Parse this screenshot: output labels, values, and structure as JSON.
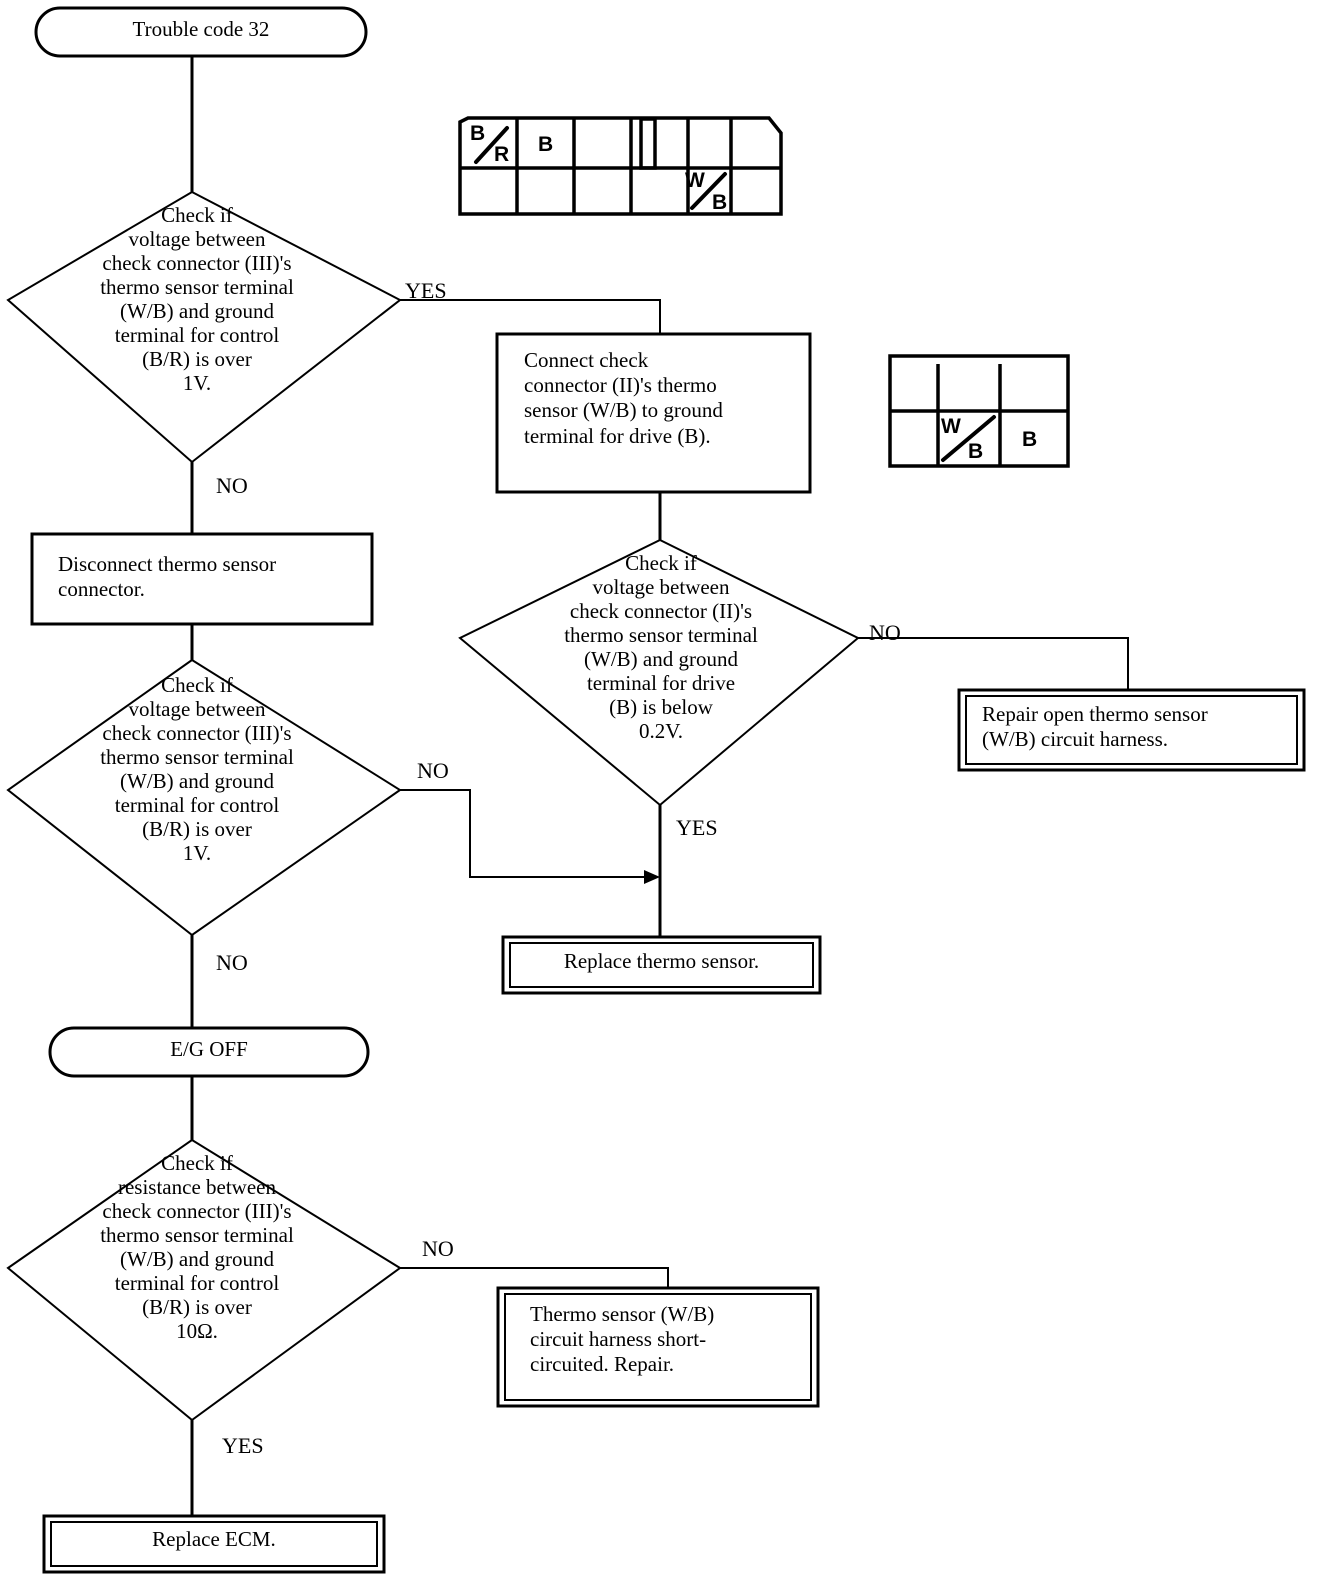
{
  "diagram": {
    "title": "Trouble code 32 diagnostic flowchart",
    "line_color": "#000000",
    "fill_color": "#ffffff"
  },
  "nodes": {
    "start": {
      "label": "Trouble code 32",
      "shape": "terminator"
    },
    "decision1": {
      "label": "Check if\nvoltage between\ncheck connector (III)'s\nthermo sensor terminal\n(W/B) and ground\nterminal for control\n(B/R) is over\n1V.",
      "shape": "decision"
    },
    "connect_ii": {
      "label": "Connect check\nconnector (II)'s thermo\nsensor (W/B) to ground\nterminal for drive (B).",
      "shape": "process"
    },
    "decision2": {
      "label": "Check if\nvoltage between\ncheck connector (II)'s\nthermo sensor terminal\n(W/B) and ground\nterminal for drive\n(B) is below\n0.2V.",
      "shape": "decision"
    },
    "repair_open": {
      "label": "Repair open thermo sensor\n(W/B) circuit harness.",
      "shape": "terminal-double"
    },
    "disconnect": {
      "label": "Disconnect thermo sensor\nconnector.",
      "shape": "process"
    },
    "decision3": {
      "label": "Check if\nvoltage between\ncheck connector (III)'s\nthermo sensor terminal\n(W/B) and ground\nterminal for control\n(B/R) is over\n1V.",
      "shape": "decision"
    },
    "replace_sensor": {
      "label": "Replace thermo sensor.",
      "shape": "terminal-double"
    },
    "eg_off": {
      "label": "E/G OFF",
      "shape": "terminator"
    },
    "decision4": {
      "label": "Check if\nresistance between\ncheck connector (III)'s\nthermo sensor terminal\n(W/B) and ground\nterminal for control\n(B/R) is over\n10Ω.",
      "shape": "decision"
    },
    "short_circuit": {
      "label": "Thermo sensor (W/B)\ncircuit harness short-\ncircuited.  Repair.",
      "shape": "terminal-double"
    },
    "replace_ecm": {
      "label": "Replace ECM.",
      "shape": "terminal-double"
    }
  },
  "edge_labels": {
    "d1_yes": "YES",
    "d1_no": "NO",
    "d2_no": "NO",
    "d2_yes": "YES",
    "d3_no": "NO",
    "d3_no2": "NO",
    "d4_no": "NO",
    "d4_yes": "YES"
  },
  "connector_iii": {
    "name": "check connector (III)",
    "rows": 2,
    "columns": 6,
    "cells": [
      {
        "row": 1,
        "col": 1,
        "label": "B/R",
        "style": "split"
      },
      {
        "row": 1,
        "col": 2,
        "label": "B",
        "style": "plain"
      },
      {
        "row": 1,
        "col": 3,
        "label": "",
        "style": "plain"
      },
      {
        "row": 1,
        "col": 4,
        "label": "",
        "style": "narrow"
      },
      {
        "row": 1,
        "col": 5,
        "label": "",
        "style": "plain"
      },
      {
        "row": 1,
        "col": 6,
        "label": "",
        "style": "plain"
      },
      {
        "row": 2,
        "col": 1,
        "label": "",
        "style": "plain"
      },
      {
        "row": 2,
        "col": 2,
        "label": "",
        "style": "plain"
      },
      {
        "row": 2,
        "col": 3,
        "label": "",
        "style": "plain"
      },
      {
        "row": 2,
        "col": 4,
        "label": "",
        "style": "plain"
      },
      {
        "row": 2,
        "col": 5,
        "label": "W/B",
        "style": "split"
      },
      {
        "row": 2,
        "col": 6,
        "label": "",
        "style": "plain"
      }
    ],
    "labels": {
      "br_top": "B",
      "br_bottom": "R",
      "b": "B",
      "wb_top": "W",
      "wb_bottom": "B"
    }
  },
  "connector_ii": {
    "name": "check connector (II)",
    "rows": 2,
    "columns": 3,
    "cells": [
      {
        "row": 1,
        "col": 1,
        "label": "",
        "style": "plain"
      },
      {
        "row": 1,
        "col": 2,
        "label": "",
        "style": "plain"
      },
      {
        "row": 1,
        "col": 3,
        "label": "",
        "style": "plain"
      },
      {
        "row": 2,
        "col": 1,
        "label": "",
        "style": "plain"
      },
      {
        "row": 2,
        "col": 2,
        "label": "W/B",
        "style": "split"
      },
      {
        "row": 2,
        "col": 3,
        "label": "B",
        "style": "plain"
      }
    ],
    "labels": {
      "wb_top": "W",
      "wb_bottom": "B",
      "b": "B"
    }
  }
}
